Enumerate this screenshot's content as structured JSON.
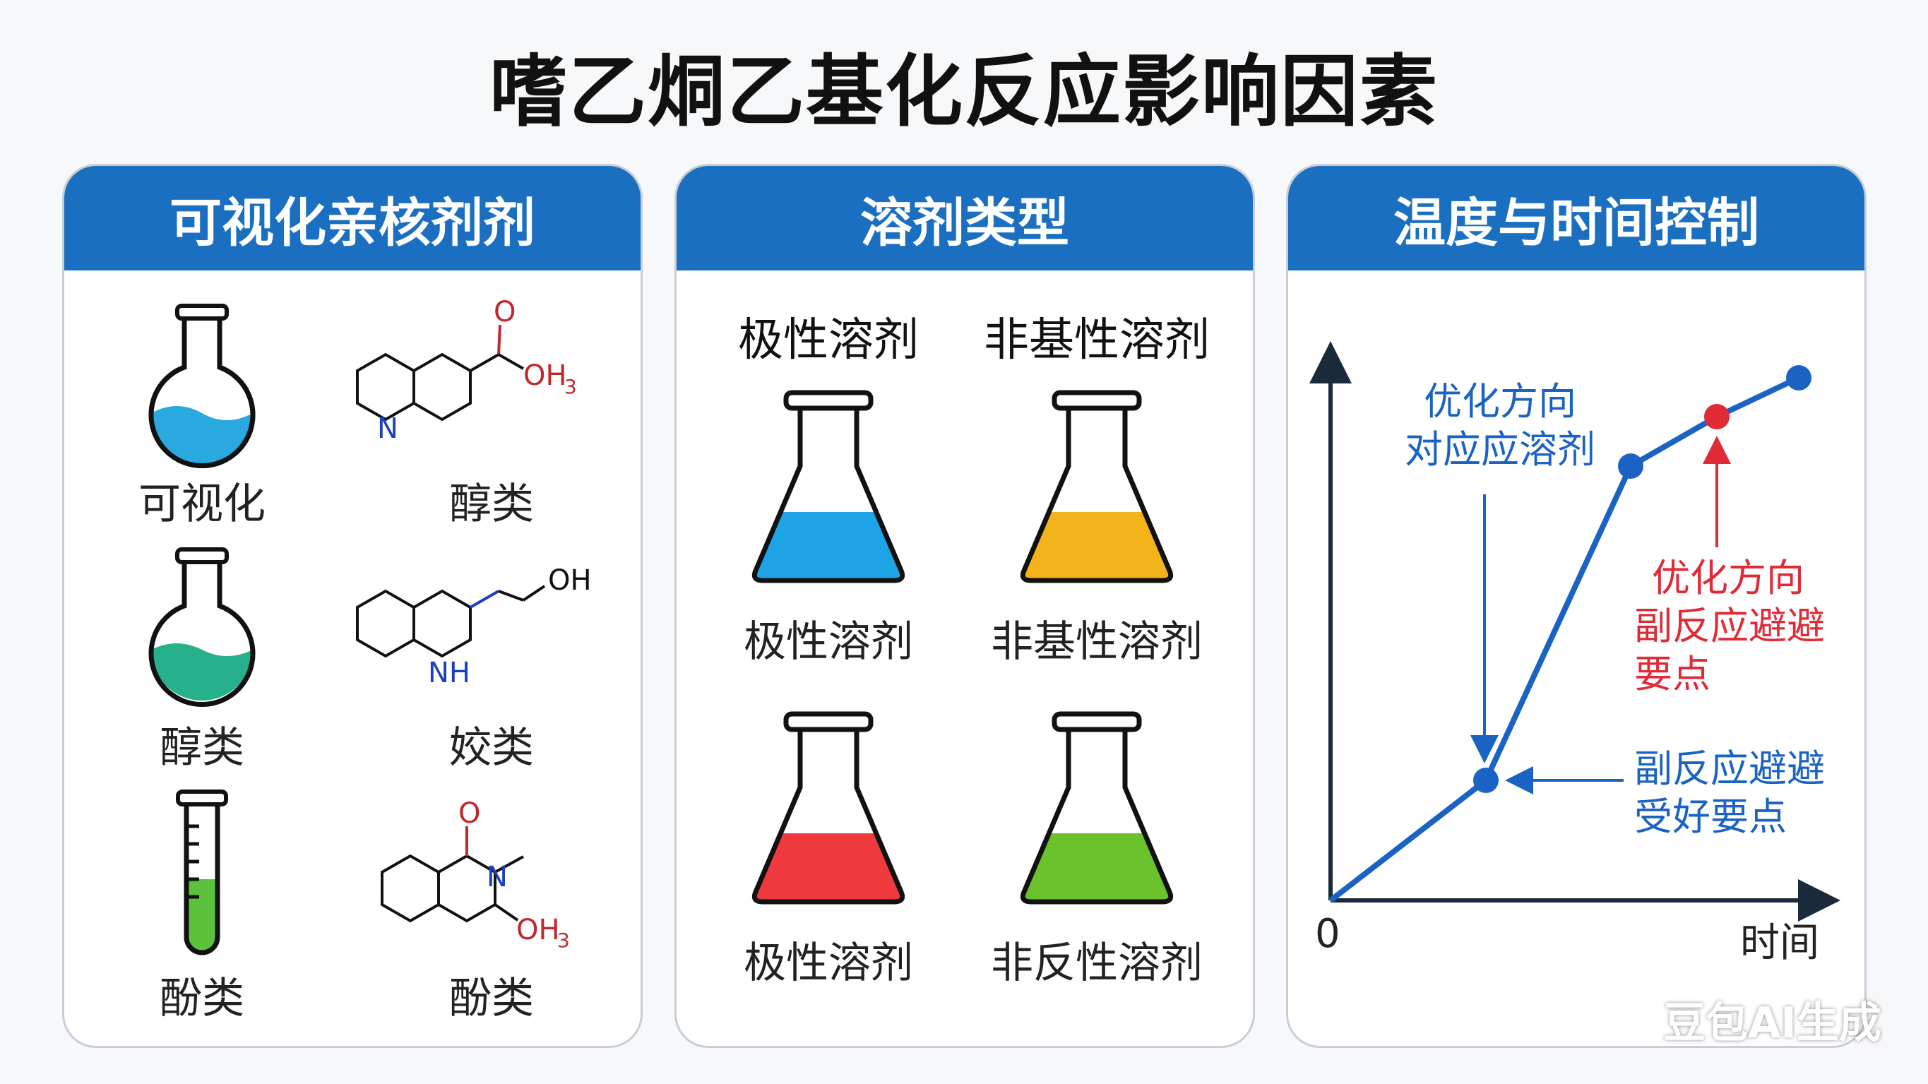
{
  "title": "嗜乙烔乙基化反应影响因素",
  "panels": {
    "nucleophile": {
      "header": "可视化亲核剂剂",
      "items": [
        {
          "label": "可视化",
          "kind": "flask",
          "color": "#2aa8e0"
        },
        {
          "label": "醇类",
          "kind": "molecule",
          "atoms": [
            "O",
            "OH3",
            "N"
          ]
        },
        {
          "label": "醇类",
          "kind": "flask",
          "color": "#26b08c"
        },
        {
          "label": "姣类",
          "kind": "molecule",
          "atoms": [
            "OH",
            "NH"
          ]
        },
        {
          "label": "酚类",
          "kind": "tube",
          "color": "#5cc23b"
        },
        {
          "label": "酚类",
          "kind": "molecule",
          "atoms": [
            "O",
            "N",
            "OH3"
          ]
        }
      ]
    },
    "solvent": {
      "header": "溶剂类型",
      "col_headers": [
        "极性溶剂",
        "非基性溶剂"
      ],
      "flasks": [
        {
          "label": "极性溶剂",
          "color": "#1ea4e6"
        },
        {
          "label": "非基性溶剂",
          "color": "#f2b41a"
        },
        {
          "label": "极性溶剂",
          "color": "#ee3a3f"
        },
        {
          "label": "非反性溶剂",
          "color": "#6cc22c"
        }
      ]
    },
    "temperature": {
      "header": "温度与时间控制",
      "origin_label": "0",
      "x_axis_label": "时间",
      "annotation_blue_top": [
        "优化方向",
        "对应应溶剂"
      ],
      "annotation_red": [
        "优化方向",
        "副反应避避",
        "要点"
      ],
      "annotation_blue_bottom": [
        "副反应避避",
        "受好要点"
      ],
      "line_color": "#1a63c4",
      "highlight_color": "#e02a36"
    }
  },
  "watermark": "豆包AI生成"
}
